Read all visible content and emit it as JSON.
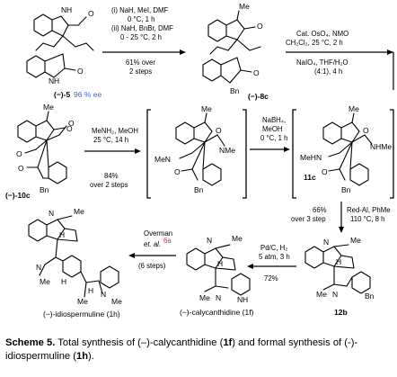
{
  "scheme": {
    "step1": {
      "compound": "(−)-5",
      "ee": "96 % ee",
      "cond1": "(i) NaH, MeI, DMF",
      "cond2": "0 °C, 1 h",
      "cond3": "(ii) NaH, BnBr, DMF",
      "cond4": "0 - 25 °C, 2 h",
      "yield1": "61% over",
      "yield2": "2 steps",
      "product": "(−)-8c"
    },
    "step2": {
      "cond1": "Cat. OsO₄, NMO",
      "cond2": "CH₂Cl₂, 25 °C, 2 h",
      "cond3": "NaIO₄, THF/H₂O",
      "cond4": "(4:1), 4 h"
    },
    "step3": {
      "compound": "(−)-10c",
      "cond1": "MeNH₂, MeOH",
      "cond2": "25 °C, 14 h",
      "yield1": "84%",
      "yield2": "over 2 steps"
    },
    "step4": {
      "cond1": "NaBH₄,",
      "cond2": "MeOH",
      "cond3": "0 °C, 1 h",
      "intermediate": "11c"
    },
    "step5": {
      "yield1": "66%",
      "yield2": "over 3 step",
      "cond1": "Red-Al, PhMe",
      "cond2": "110 °C, 8 h",
      "product": "12b"
    },
    "step6": {
      "cond1": "Pd/C, H₂",
      "cond2": "5 atm, 3 h",
      "yield": "72%",
      "product": "(−)-calycanthidine (1f)"
    },
    "step7": {
      "cond1": "Overman",
      "cond2": "et. al.",
      "ref": "6a",
      "cond3": "(6 steps)",
      "product": "(−)-idiospermuline (1h)"
    },
    "atoms": {
      "NH": "N",
      "H": "H",
      "O": "O",
      "Me": "Me",
      "Bn": "Bn",
      "MeN": "MeN",
      "NMe": "NMe",
      "MeHN": "MeHN",
      "NHMe": "NHMe",
      "N": "N"
    }
  },
  "caption": {
    "title": "Scheme 5.",
    "text1": " Total synthesis of (–)-calycanthidine (",
    "c1": "1f",
    "text2": ") and formal synthesis of (-)-idiospermuline (",
    "c2": "1h",
    "text3": ")."
  }
}
